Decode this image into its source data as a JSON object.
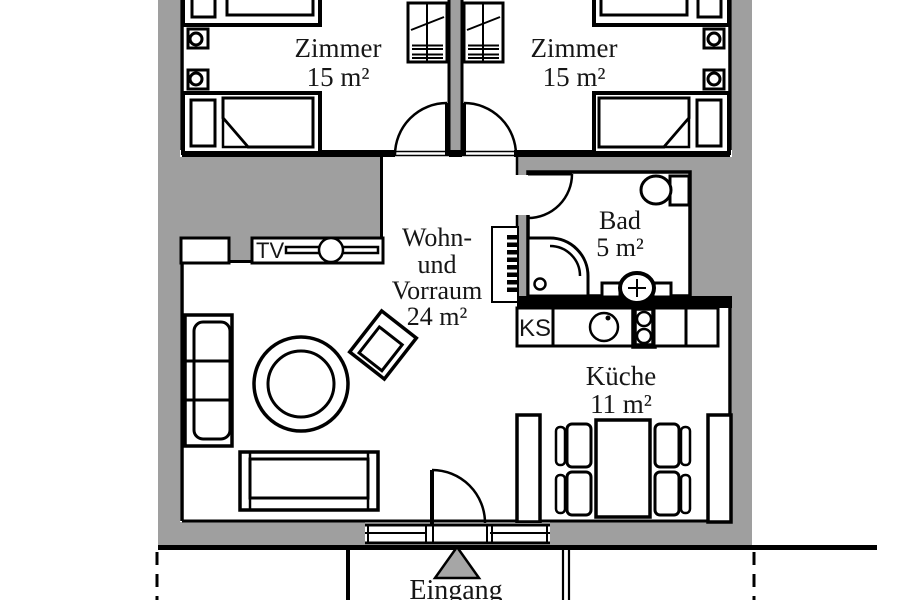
{
  "plan_title": "apartment-floor-plan",
  "rooms": {
    "bedroom_left": {
      "name": "Zimmer",
      "area": "15 m²"
    },
    "bedroom_right": {
      "name": "Zimmer",
      "area": "15 m²"
    },
    "living": {
      "line1": "Wohn-",
      "line2": "und",
      "line3": "Vorraum",
      "area": "24 m²"
    },
    "bathroom": {
      "name": "Bad",
      "area": "5 m²"
    },
    "kitchen": {
      "name": "Küche",
      "area": "11 m²"
    },
    "entrance": {
      "name": "Eingang"
    }
  },
  "appliances": {
    "tv": "TV",
    "fridge": "KS"
  },
  "colors": {
    "wall": "#9f9f9f",
    "line": "#000000",
    "marker": "#a6a6a6",
    "background": "#ffffff"
  }
}
